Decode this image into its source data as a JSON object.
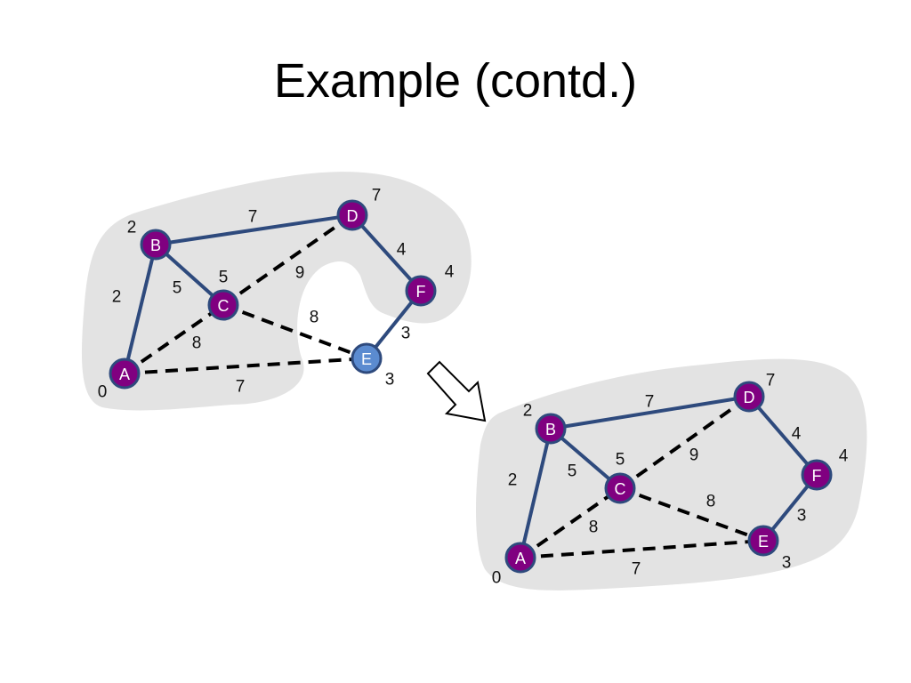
{
  "title": "Example (contd.)",
  "colors": {
    "cloud": "#e3e3e3",
    "node_visited": "#800080",
    "node_current": "#5b8bd0",
    "node_stroke": "#2e4a7d",
    "tree_edge": "#2e4a7d",
    "candidate_edge": "#000000"
  },
  "graphs": [
    {
      "name": "before",
      "nodes": [
        {
          "id": "A",
          "label": "A",
          "dist": "0",
          "state": "visited"
        },
        {
          "id": "B",
          "label": "B",
          "dist": "2",
          "state": "visited"
        },
        {
          "id": "C",
          "label": "C",
          "dist": "5",
          "state": "visited"
        },
        {
          "id": "D",
          "label": "D",
          "dist": "7",
          "state": "visited"
        },
        {
          "id": "F",
          "label": "F",
          "dist": "4",
          "state": "visited"
        },
        {
          "id": "E",
          "label": "E",
          "dist": "3",
          "state": "current"
        }
      ],
      "edges": [
        {
          "from": "A",
          "to": "B",
          "weight": "2",
          "style": "solid"
        },
        {
          "from": "B",
          "to": "C",
          "weight": "5",
          "style": "solid"
        },
        {
          "from": "B",
          "to": "D",
          "weight": "7",
          "style": "solid"
        },
        {
          "from": "D",
          "to": "F",
          "weight": "4",
          "style": "solid"
        },
        {
          "from": "F",
          "to": "E",
          "weight": "3",
          "style": "solid"
        },
        {
          "from": "A",
          "to": "C",
          "weight": "8",
          "style": "dashed"
        },
        {
          "from": "C",
          "to": "D",
          "weight": "9",
          "style": "dashed"
        },
        {
          "from": "C",
          "to": "E",
          "weight": "8",
          "style": "dashed"
        },
        {
          "from": "A",
          "to": "E",
          "weight": "7",
          "style": "dashed"
        }
      ]
    },
    {
      "name": "after",
      "nodes": [
        {
          "id": "A",
          "label": "A",
          "dist": "0",
          "state": "visited"
        },
        {
          "id": "B",
          "label": "B",
          "dist": "2",
          "state": "visited"
        },
        {
          "id": "C",
          "label": "C",
          "dist": "5",
          "state": "visited"
        },
        {
          "id": "D",
          "label": "D",
          "dist": "7",
          "state": "visited"
        },
        {
          "id": "F",
          "label": "F",
          "dist": "4",
          "state": "visited"
        },
        {
          "id": "E",
          "label": "E",
          "dist": "3",
          "state": "visited"
        }
      ],
      "edges": [
        {
          "from": "A",
          "to": "B",
          "weight": "2",
          "style": "solid"
        },
        {
          "from": "B",
          "to": "C",
          "weight": "5",
          "style": "solid"
        },
        {
          "from": "B",
          "to": "D",
          "weight": "7",
          "style": "solid"
        },
        {
          "from": "D",
          "to": "F",
          "weight": "4",
          "style": "solid"
        },
        {
          "from": "F",
          "to": "E",
          "weight": "3",
          "style": "solid"
        },
        {
          "from": "A",
          "to": "C",
          "weight": "8",
          "style": "dashed"
        },
        {
          "from": "C",
          "to": "D",
          "weight": "9",
          "style": "dashed"
        },
        {
          "from": "C",
          "to": "E",
          "weight": "8",
          "style": "dashed"
        },
        {
          "from": "A",
          "to": "E",
          "weight": "7",
          "style": "dashed"
        }
      ]
    }
  ],
  "transition_arrow": "down-right-arrow-icon"
}
